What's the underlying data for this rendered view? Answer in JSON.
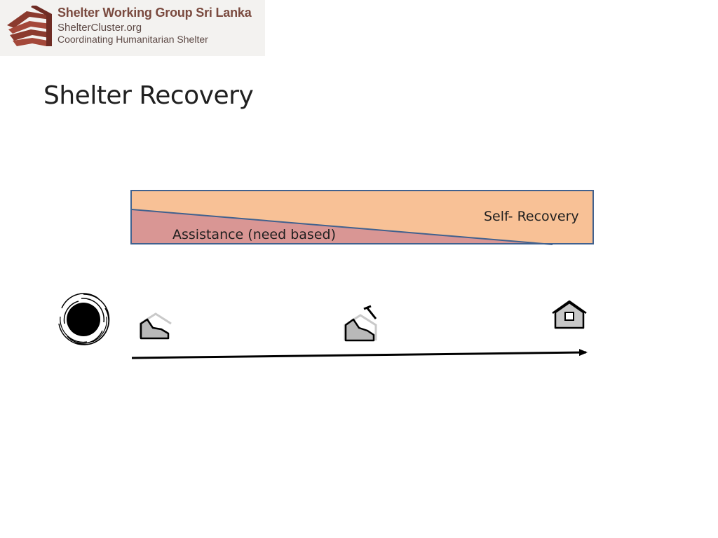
{
  "logo": {
    "line1": "Shelter Working Group Sri Lanka",
    "line2": "ShelterCluster.org",
    "line3": "Coordinating Humanitarian Shelter",
    "icon": "hands-house-icon",
    "brand_color": "#7a3a30"
  },
  "page": {
    "title": "Shelter Recovery"
  },
  "diagram": {
    "band": {
      "self_recovery_label": "Self- Recovery",
      "assistance_label": "Assistance (need based)",
      "self_recovery_color": "#f8c196",
      "assistance_color": "#d99694",
      "border_color": "#41618e"
    },
    "timeline": {
      "icons": [
        "disaster-swirl-icon",
        "damaged-house-icon",
        "repair-house-icon",
        "house-icon"
      ],
      "arrow_color": "#000000"
    }
  }
}
